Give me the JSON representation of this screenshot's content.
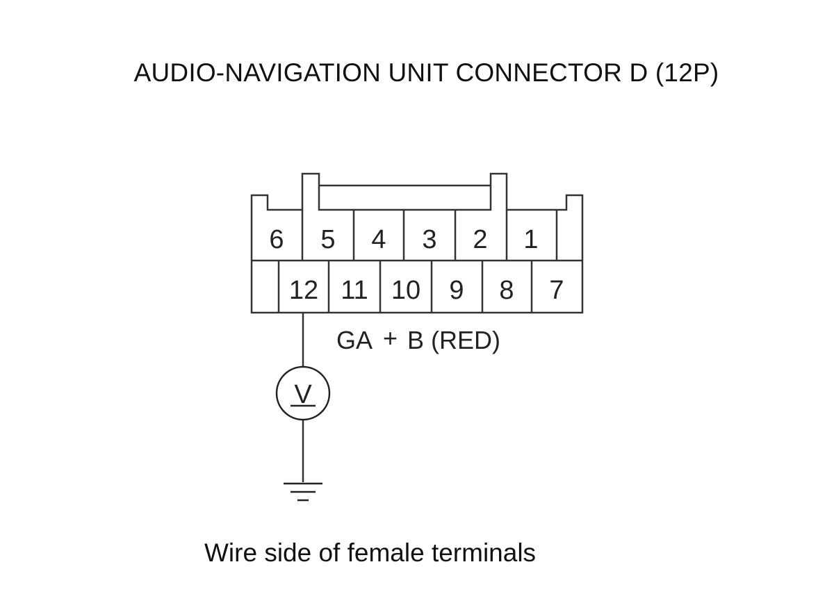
{
  "title": "AUDIO-NAVIGATION UNIT CONNECTOR D (12P)",
  "caption": "Wire side of female terminals",
  "connector": {
    "top_row_pins": [
      "6",
      "5",
      "4",
      "3",
      "2",
      "1"
    ],
    "bottom_row_pins": [
      "12",
      "11",
      "10",
      "9",
      "8",
      "7"
    ]
  },
  "wire_label": {
    "prefix": "GA",
    "plus": "+",
    "suffix": "B (RED)"
  },
  "meter": {
    "symbol": "V",
    "icon": "voltmeter-icon"
  },
  "ground": {
    "icon": "ground-icon"
  }
}
